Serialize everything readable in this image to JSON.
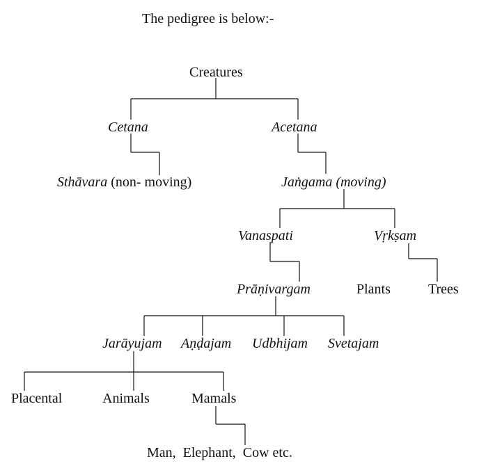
{
  "heading": "The pedigree is below:-",
  "nodes": {
    "creatures": "Creatures",
    "cetana": "Cetana",
    "acetana": "Acetana",
    "sthavara_name": "Sthāvara",
    "sthavara_note": " (non- moving)",
    "jangama": "Jaṅgama (moving)",
    "vanaspati": "Vanaspati",
    "vrksam": "Vṛkṣam",
    "pranivargam": "Prāṇivargam",
    "plants": "Plants",
    "trees": "Trees",
    "jarayujam": "Jarāyujam",
    "andajam": "Aṇḍajam",
    "udbhijam": "Udbhijam",
    "svetajam": "Svetajam",
    "placental": "Placental",
    "animals": "Animals",
    "mamals": "Mamals",
    "examples": "Man,  Elephant,  Cow etc."
  }
}
